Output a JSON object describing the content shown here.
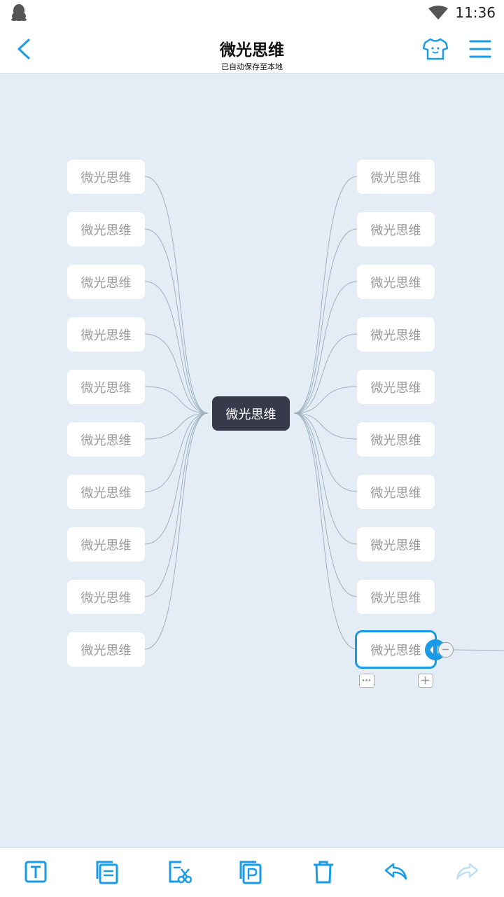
{
  "status": {
    "time": "11:36"
  },
  "header": {
    "title": "微光思维",
    "subtitle": "已自动保存至本地"
  },
  "mindmap": {
    "center": "微光思维",
    "left_nodes": [
      "微光思维",
      "微光思维",
      "微光思维",
      "微光思维",
      "微光思维",
      "微光思维",
      "微光思维",
      "微光思维",
      "微光思维",
      "微光思维"
    ],
    "right_nodes": [
      "微光思维",
      "微光思维",
      "微光思维",
      "微光思维",
      "微光思维",
      "微光思维",
      "微光思维",
      "微光思维",
      "微光思维",
      "微光思维"
    ]
  },
  "toolbar": {
    "items": [
      "text-icon",
      "copy-icon",
      "cut-icon",
      "paste-icon",
      "delete-icon",
      "undo-icon",
      "redo-icon"
    ]
  },
  "colors": {
    "accent": "#1a9be8",
    "canvas": "#e4edf5",
    "center": "#363a4a",
    "disabled": "#bfe0f5"
  }
}
